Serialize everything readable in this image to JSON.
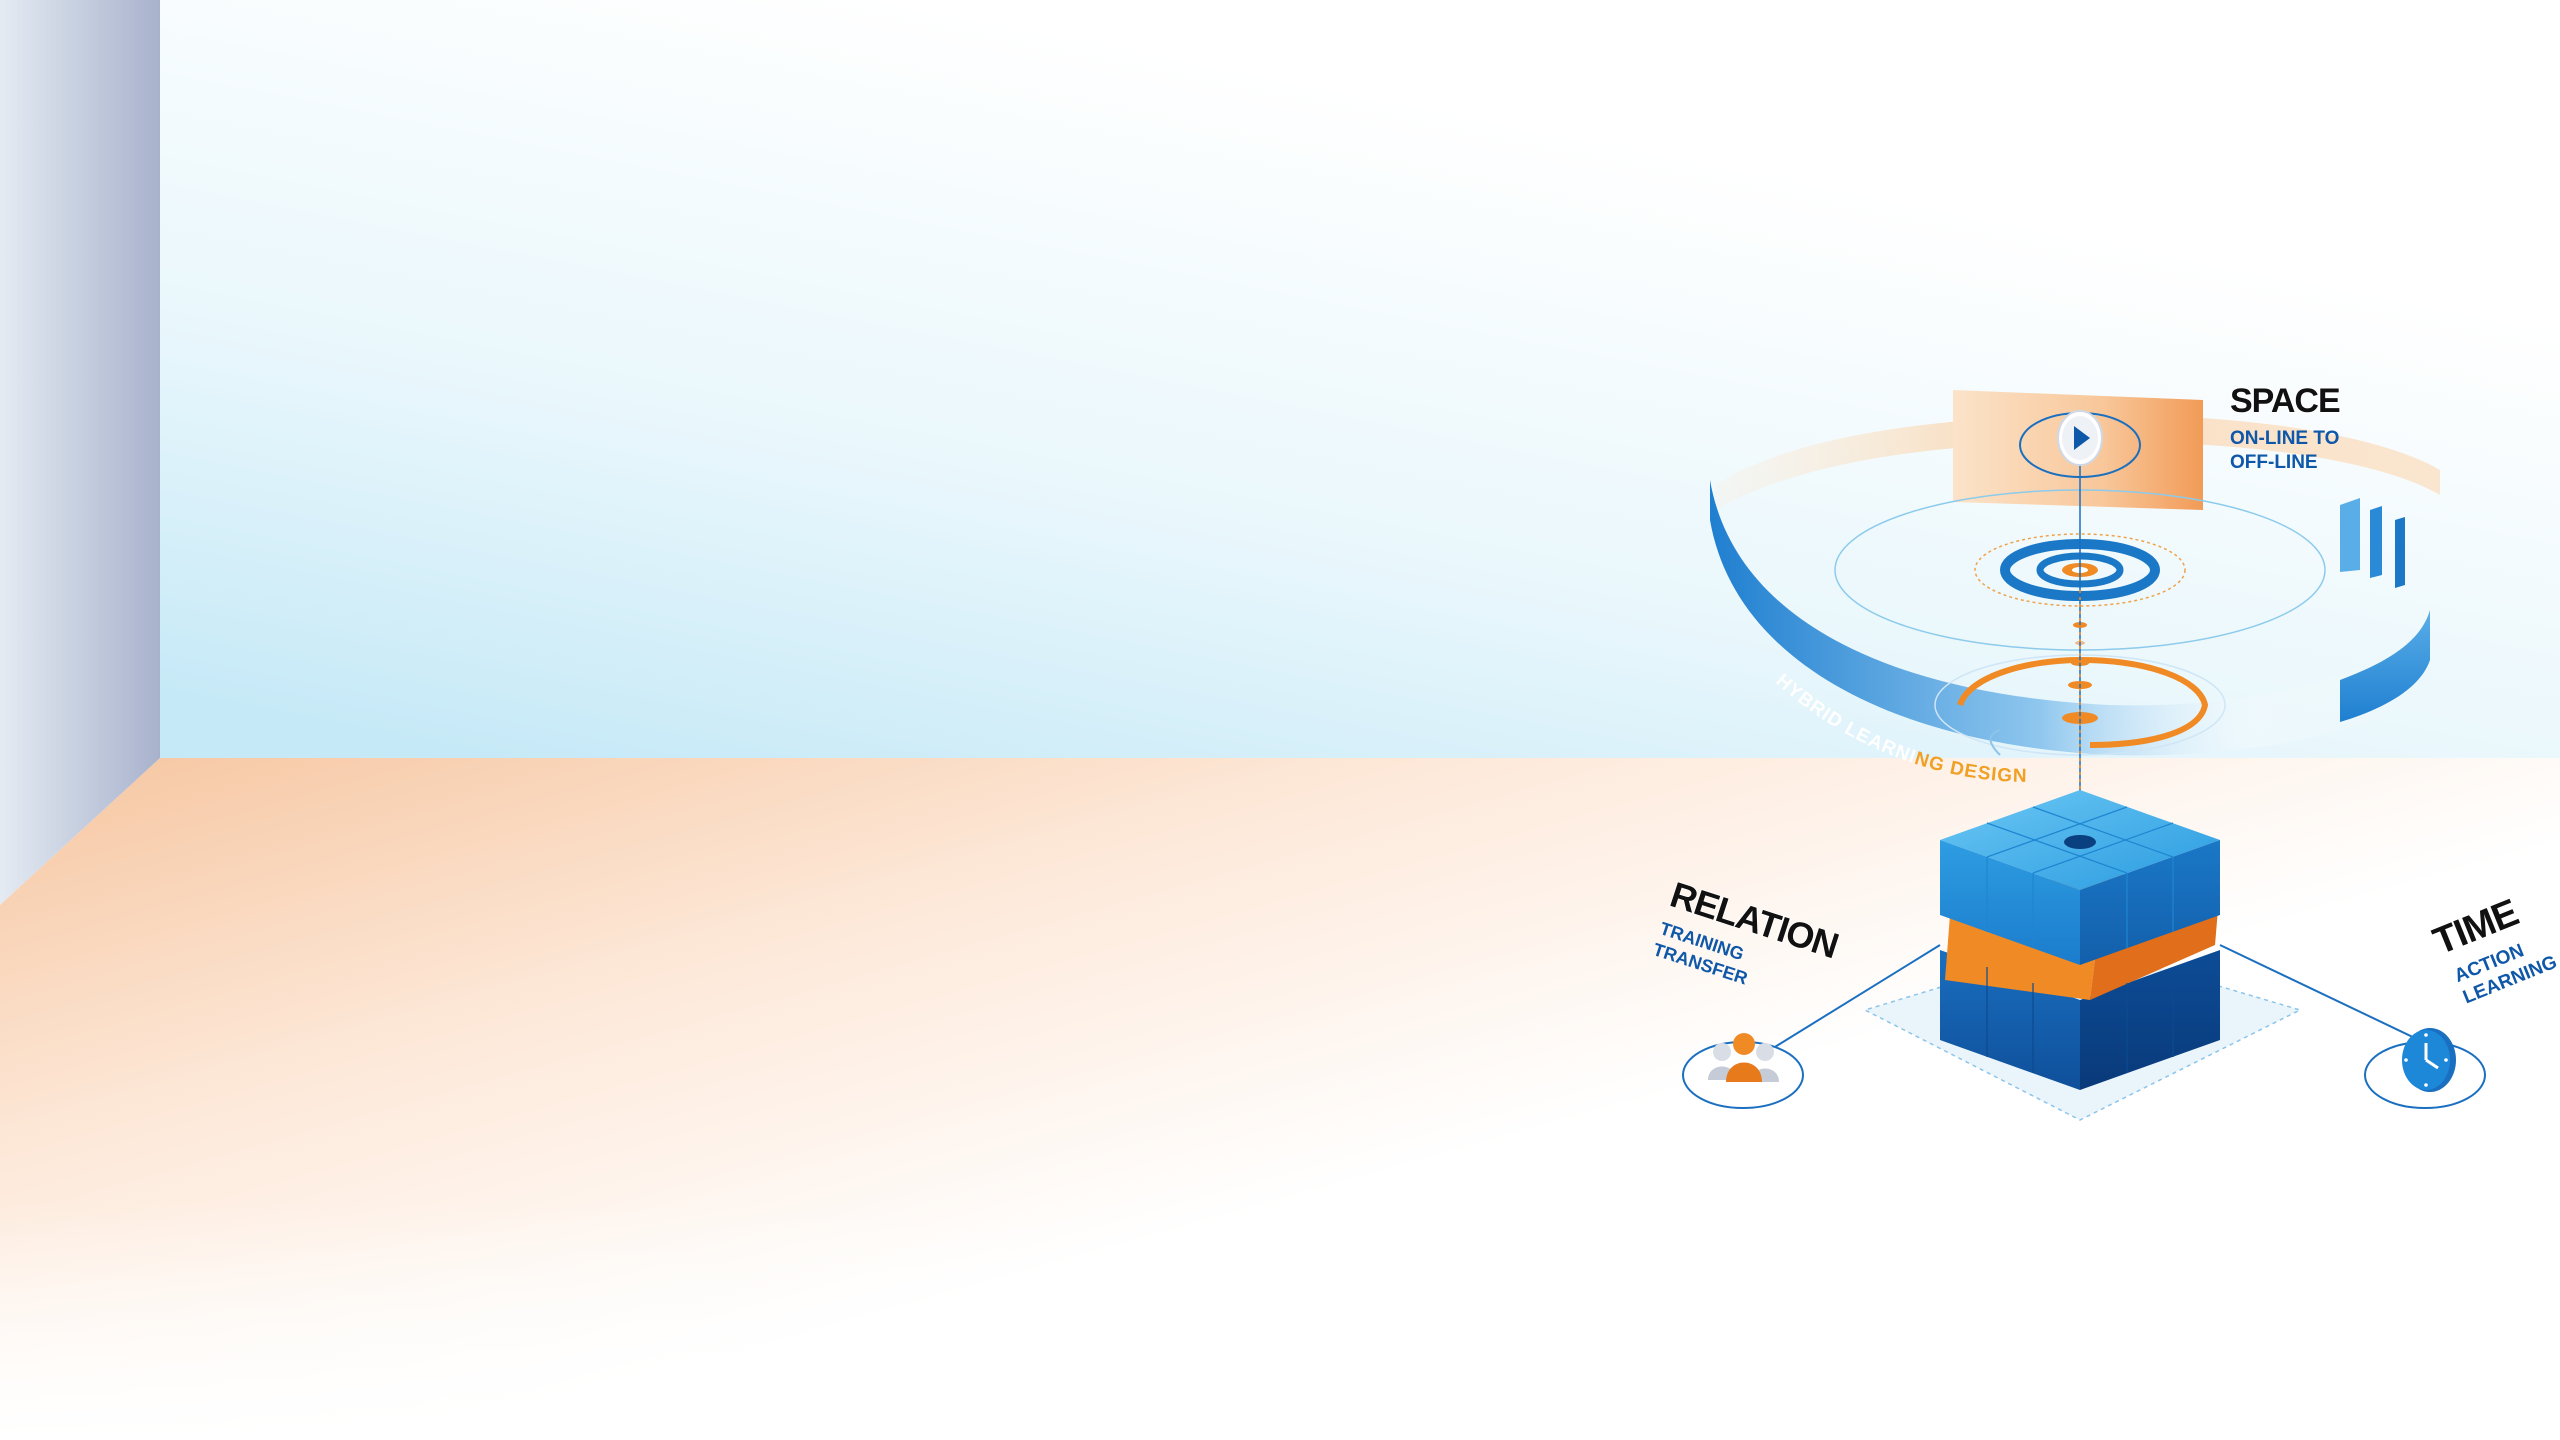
{
  "colors": {
    "blue_dark": "#0a4f9c",
    "blue": "#1a7fd0",
    "blue_light": "#49b6ee",
    "orange": "#f08a24",
    "orange_light": "#f7c28c",
    "wall_blue": "#d2eef9",
    "floor_orange": "#f8cfaa",
    "side_wall": "#b3bdd2"
  },
  "diagram": {
    "space": {
      "title": "SPACE",
      "line1": "ON-LINE TO",
      "line2": "OFF-LINE",
      "icon": "play-icon"
    },
    "relation": {
      "title": "RELATION",
      "line1": "TRAINING",
      "line2": "TRANSFER",
      "icon": "people-icon"
    },
    "time": {
      "title": "TIME",
      "line1": "ACTION",
      "line2": "LEARNING",
      "icon": "clock-icon"
    },
    "ring_label": {
      "part1": "HYBRID LEARNI",
      "part2": "NG DESIGN"
    }
  }
}
